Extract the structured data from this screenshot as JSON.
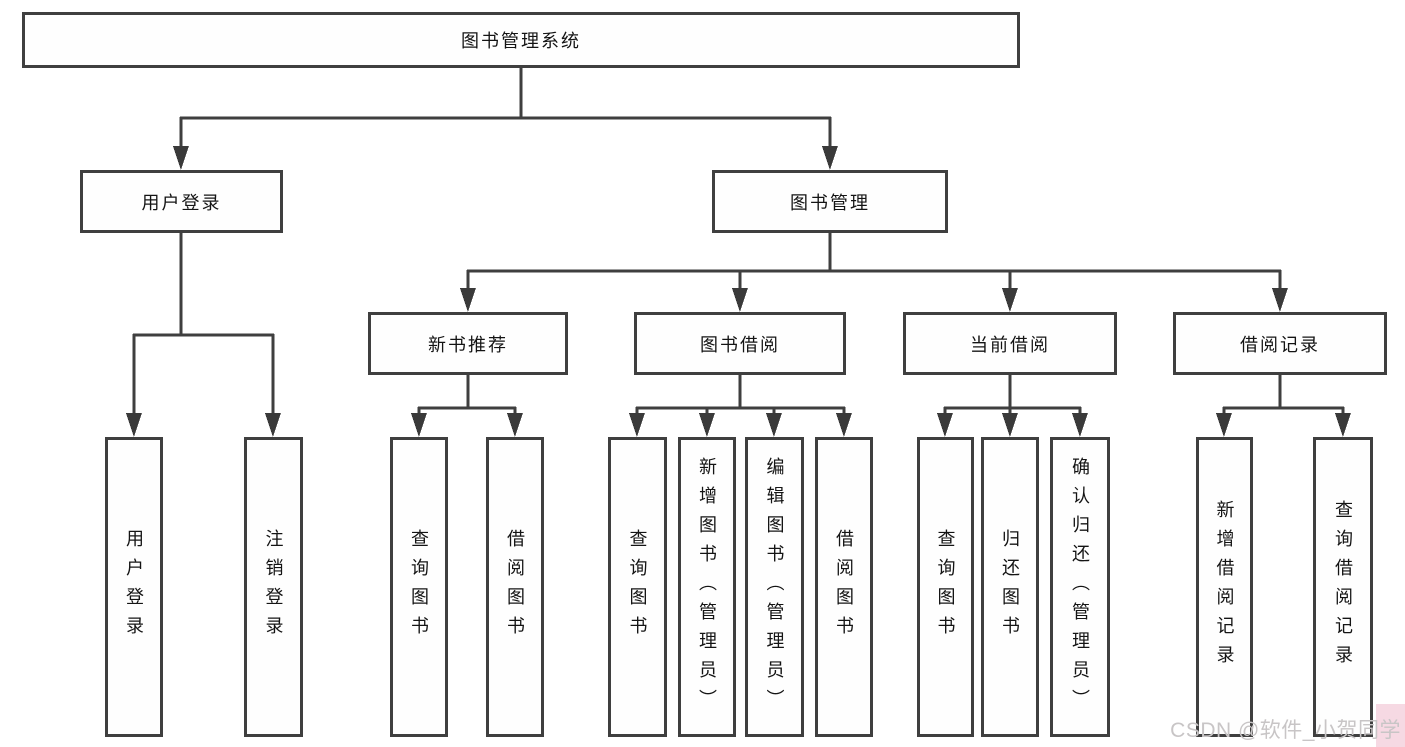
{
  "diagram": {
    "title": "图书管理系统",
    "nodes": [
      {
        "id": "root",
        "label": "图书管理系统"
      },
      {
        "id": "user-login",
        "label": "用户登录"
      },
      {
        "id": "book-management",
        "label": "图书管理"
      },
      {
        "id": "new-book-recommend",
        "label": "新书推荐"
      },
      {
        "id": "book-borrow",
        "label": "图书借阅"
      },
      {
        "id": "current-borrow",
        "label": "当前借阅"
      },
      {
        "id": "borrow-records",
        "label": "借阅记录"
      },
      {
        "id": "leaf-user-login",
        "label": "用户登录"
      },
      {
        "id": "leaf-logout",
        "label": "注销登录"
      },
      {
        "id": "leaf-query-books-a",
        "label": "查询图书"
      },
      {
        "id": "leaf-borrow-books-a",
        "label": "借阅图书"
      },
      {
        "id": "leaf-query-books-b",
        "label": "查询图书"
      },
      {
        "id": "leaf-add-book-admin",
        "label": "新增图书（管理员）"
      },
      {
        "id": "leaf-edit-book-admin",
        "label": "编辑图书（管理员）"
      },
      {
        "id": "leaf-borrow-books-b",
        "label": "借阅图书"
      },
      {
        "id": "leaf-query-books-c",
        "label": "查询图书"
      },
      {
        "id": "leaf-return-books",
        "label": "归还图书"
      },
      {
        "id": "leaf-confirm-return",
        "label": "确认归还（管理员）"
      },
      {
        "id": "leaf-add-record",
        "label": "新增借阅记录"
      },
      {
        "id": "leaf-query-record",
        "label": "查询借阅记录"
      }
    ],
    "colors": {
      "line": "#3f3f3f",
      "box_border": "#3f3f3f",
      "text": "#141414",
      "watermark_text": "#c8c5c6",
      "watermark_accent": "#f5d2de"
    }
  },
  "watermark": {
    "text": "CSDN @软件_小贺同学"
  }
}
